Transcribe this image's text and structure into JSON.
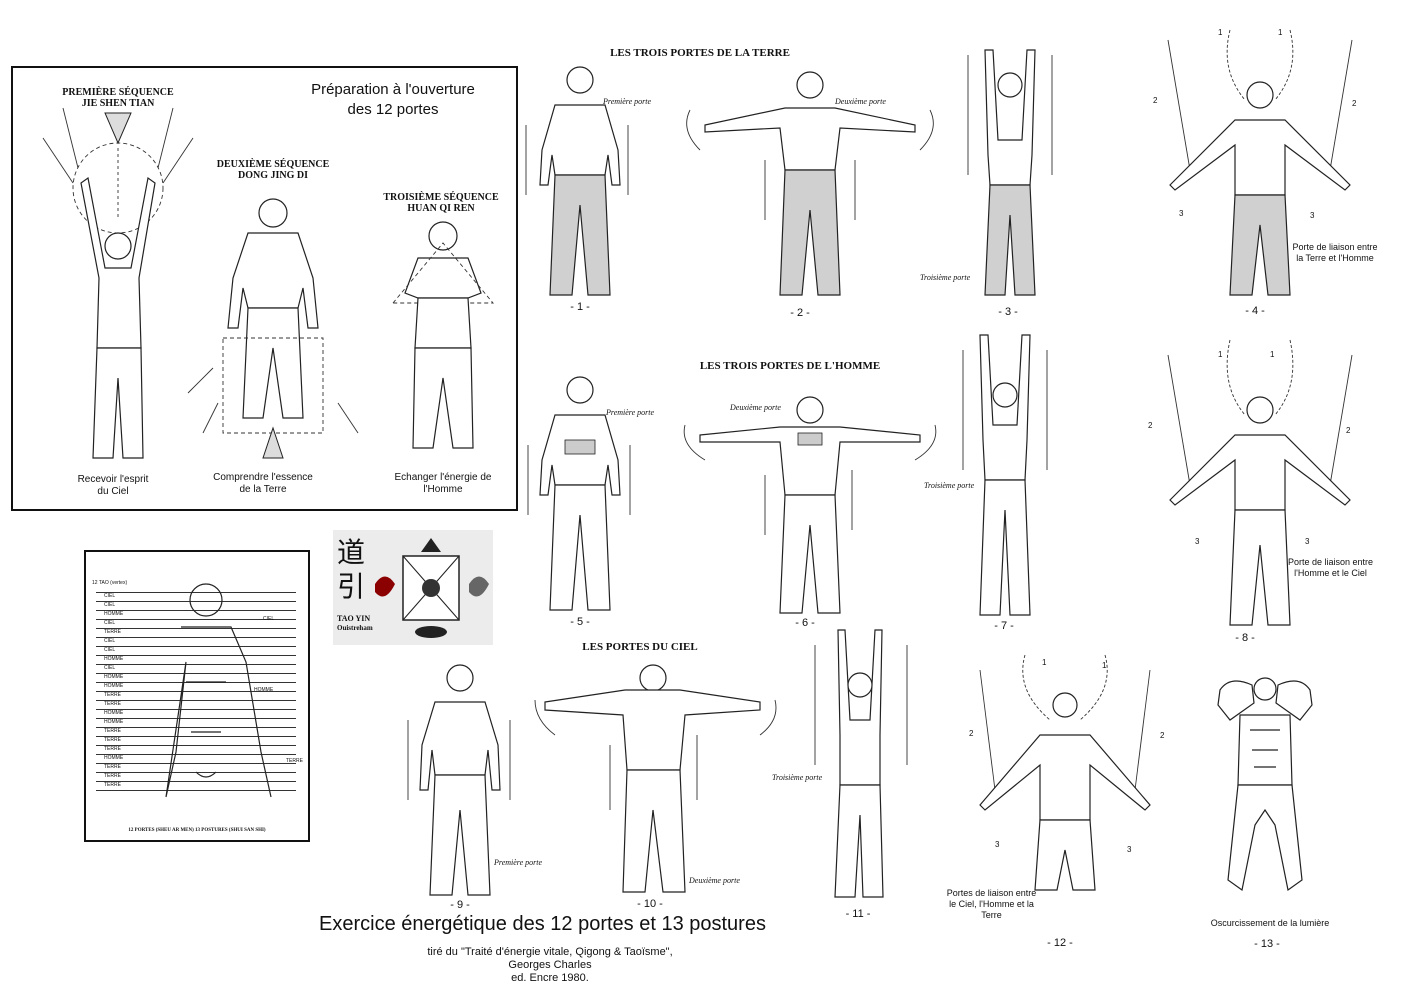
{
  "prep_box": {
    "title": "Préparation à l'ouverture des 12 portes",
    "seq1": {
      "title": "PREMIÈRE SÉQUENCE",
      "name": "JIE SHEN TIAN",
      "caption": "Recevoir l'esprit du Ciel"
    },
    "seq2": {
      "title": "DEUXIÈME SÉQUENCE",
      "name": "DONG JING DI",
      "caption": "Comprendre l'essence de la Terre"
    },
    "seq3": {
      "title": "TROISIÈME SÉQUENCE",
      "name": "HUAN QI REN",
      "caption": "Echanger l'énergie de l'Homme"
    }
  },
  "section_headers": {
    "terre": "LES TROIS PORTES DE LA TERRE",
    "homme": "LES TROIS PORTES DE L'HOMME",
    "ciel": "LES PORTES DU CIEL"
  },
  "figures": [
    {
      "num": "- 1 -",
      "label": "Première porte"
    },
    {
      "num": "- 2 -",
      "label": "Deuxième porte"
    },
    {
      "num": "- 3 -",
      "label": "Troisième porte"
    },
    {
      "num": "- 4 -",
      "label": "Porte de liaison entre la Terre et l'Homme"
    },
    {
      "num": "- 5 -",
      "label": "Première porte"
    },
    {
      "num": "- 6 -",
      "label": "Deuxième porte"
    },
    {
      "num": "- 7 -",
      "label": "Troisième porte"
    },
    {
      "num": "- 8 -",
      "label": "Porte de liaison entre l'Homme et le Ciel"
    },
    {
      "num": "- 9 -",
      "label": "Première porte"
    },
    {
      "num": "- 10 -",
      "label": "Deuxième porte"
    },
    {
      "num": "- 11 -",
      "label": "Troisième porte"
    },
    {
      "num": "- 12 -",
      "label": "Portes de liaison entre le Ciel, l'Homme et la Terre"
    },
    {
      "num": "- 13 -",
      "label": "Oscurcissement de la lumière"
    }
  ],
  "logo": {
    "chars": "道引",
    "line1": "TAO YIN",
    "line2": "Ouistreham"
  },
  "chart_box": {
    "top_label": "12 TAO (vertex)",
    "rows": [
      "CIEL",
      "CIEL",
      "HOMME",
      "CIEL",
      "TERRE",
      "CIEL",
      "CIEL",
      "HOMME",
      "CIEL",
      "HOMME",
      "HOMME",
      "TERRE",
      "TERRE",
      "HOMME",
      "HOMME",
      "TERRE",
      "TERRE",
      "TERRE",
      "HOMME",
      "TERRE",
      "TERRE",
      "TERRE"
    ],
    "side_labels": {
      "ciel": "CIEL",
      "homme": "HOMME",
      "terre": "TERRE"
    },
    "footer": "12 PORTES (SHEU AR MEN) 13 POSTURES (SHUI SAN SHI)"
  },
  "arrow_numbers": {
    "one": "1",
    "two": "2",
    "three": "3"
  },
  "footer": {
    "title": "Exercice énergétique des 12 portes et 13 postures",
    "line1": "tiré du \"Traité d'énergie vitale, Qigong & Taoïsme\",",
    "line2": "Georges Charles",
    "line3": "ed. Encre 1980."
  }
}
